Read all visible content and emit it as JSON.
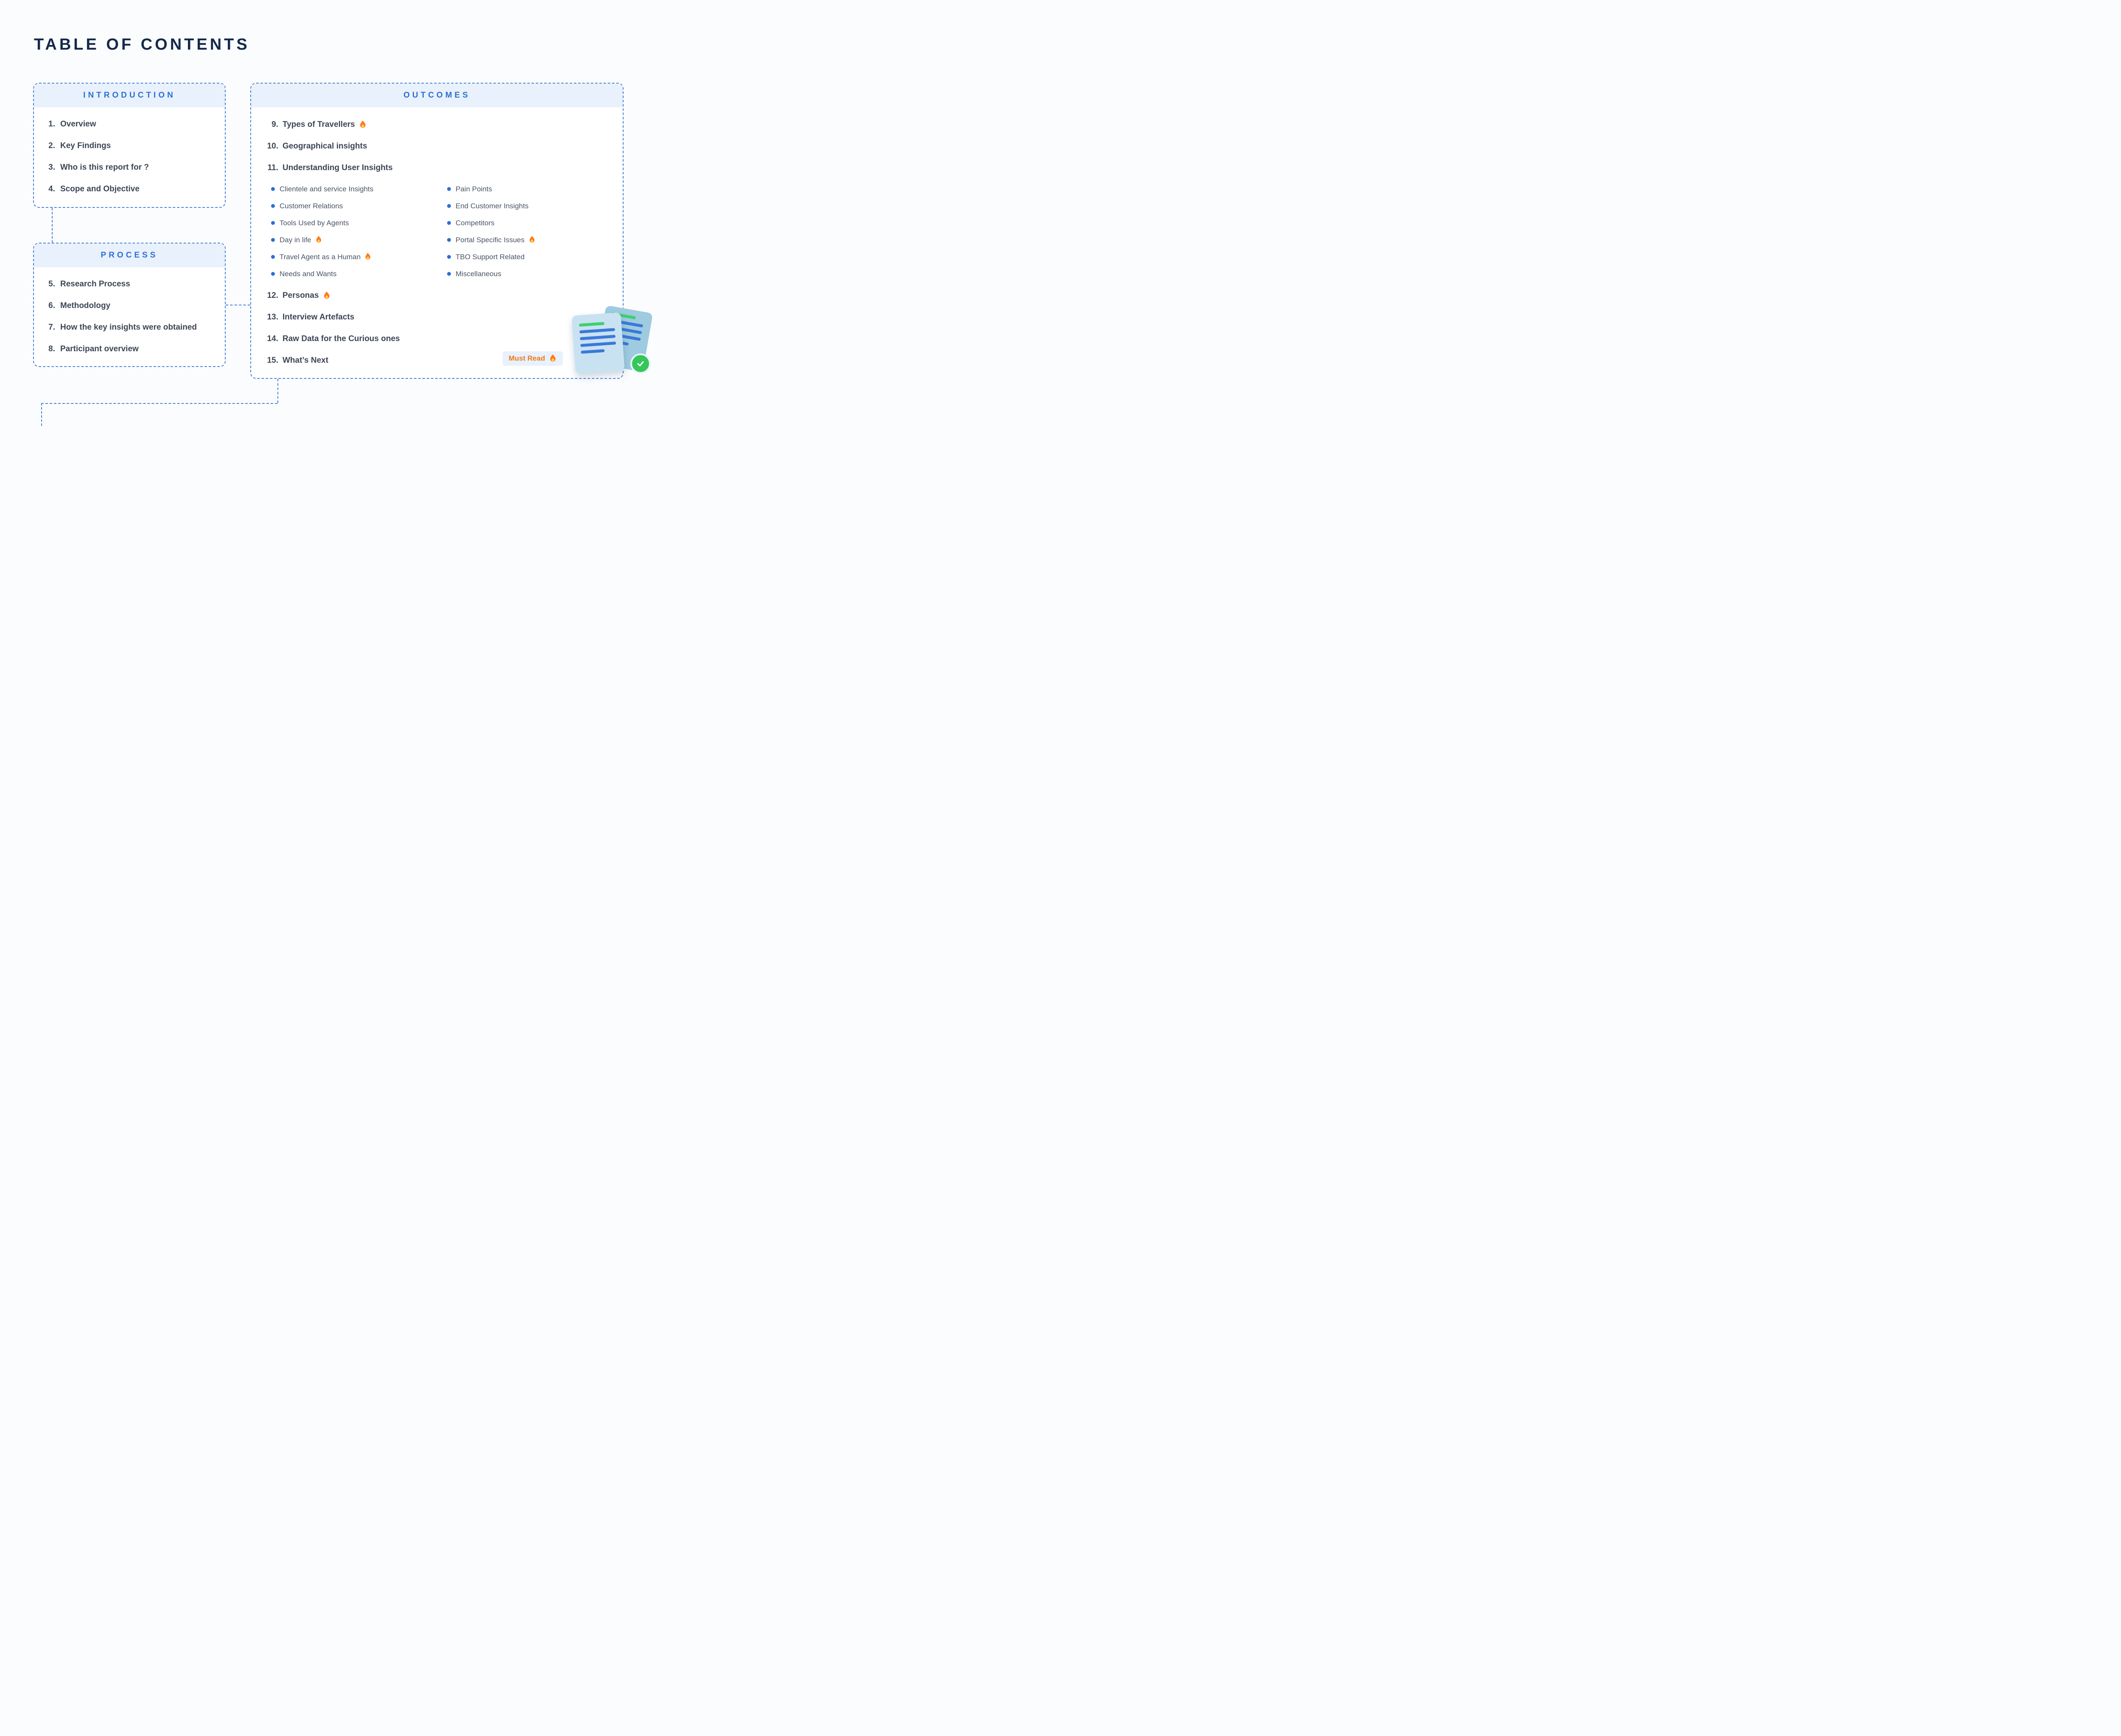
{
  "page": {
    "title": "TABLE OF CONTENTS"
  },
  "sections": {
    "introduction": {
      "title": "INTRODUCTION",
      "items": [
        {
          "num": "1.",
          "label": "Overview"
        },
        {
          "num": "2.",
          "label": "Key Findings"
        },
        {
          "num": "3.",
          "label": "Who is this report for ?"
        },
        {
          "num": "4.",
          "label": "Scope and Objective"
        }
      ]
    },
    "process": {
      "title": "PROCESS",
      "items": [
        {
          "num": "5.",
          "label": "Research Process"
        },
        {
          "num": "6.",
          "label": "Methodology"
        },
        {
          "num": "7.",
          "label": "How the key insights were obtained"
        },
        {
          "num": "8.",
          "label": "Participant overview"
        }
      ]
    },
    "outcomes": {
      "title": "OUTCOMES",
      "items_top": [
        {
          "num": "9.",
          "label": "Types of Travellers",
          "hot": true
        },
        {
          "num": "10.",
          "label": "Geographical insights",
          "hot": false
        },
        {
          "num": "11.",
          "label": "Understanding User Insights",
          "hot": false
        }
      ],
      "sub_items_left": [
        {
          "label": "Clientele and service Insights",
          "hot": false
        },
        {
          "label": "Customer Relations",
          "hot": false
        },
        {
          "label": "Tools Used by Agents",
          "hot": false
        },
        {
          "label": "Day in life",
          "hot": true
        },
        {
          "label": "Travel Agent as a Human",
          "hot": true
        },
        {
          "label": "Needs and Wants",
          "hot": false
        }
      ],
      "sub_items_right": [
        {
          "label": "Pain Points",
          "hot": false
        },
        {
          "label": "End Customer Insights",
          "hot": false
        },
        {
          "label": "Competitors",
          "hot": false
        },
        {
          "label": "Portal Specific Issues",
          "hot": true
        },
        {
          "label": "TBO Support Related",
          "hot": false
        },
        {
          "label": "Miscellaneous",
          "hot": false
        }
      ],
      "items_bottom": [
        {
          "num": "12.",
          "label": "Personas",
          "hot": true
        },
        {
          "num": "13.",
          "label": "Interview Artefacts",
          "hot": false
        },
        {
          "num": "14.",
          "label": "Raw Data for the Curious ones",
          "hot": false
        },
        {
          "num": "15.",
          "label": "What’s Next",
          "hot": false
        }
      ],
      "badge": {
        "label": "Must Read"
      }
    }
  },
  "icons": {
    "fire": "fire-icon",
    "bullet": "bullet-icon",
    "check": "check-icon",
    "documents": "documents-illustration"
  },
  "colors": {
    "title_navy": "#14294b",
    "accent_blue": "#2b6fd4",
    "band_blue": "#e8f1fc",
    "border_blue": "#4a82d8",
    "text_dark": "#3d4655",
    "sub_text": "#4b5565",
    "badge_bg": "#e8f1fd",
    "badge_orange": "#ee7b17",
    "flame_orange": "#ff7a1a",
    "check_green": "#35c759"
  }
}
